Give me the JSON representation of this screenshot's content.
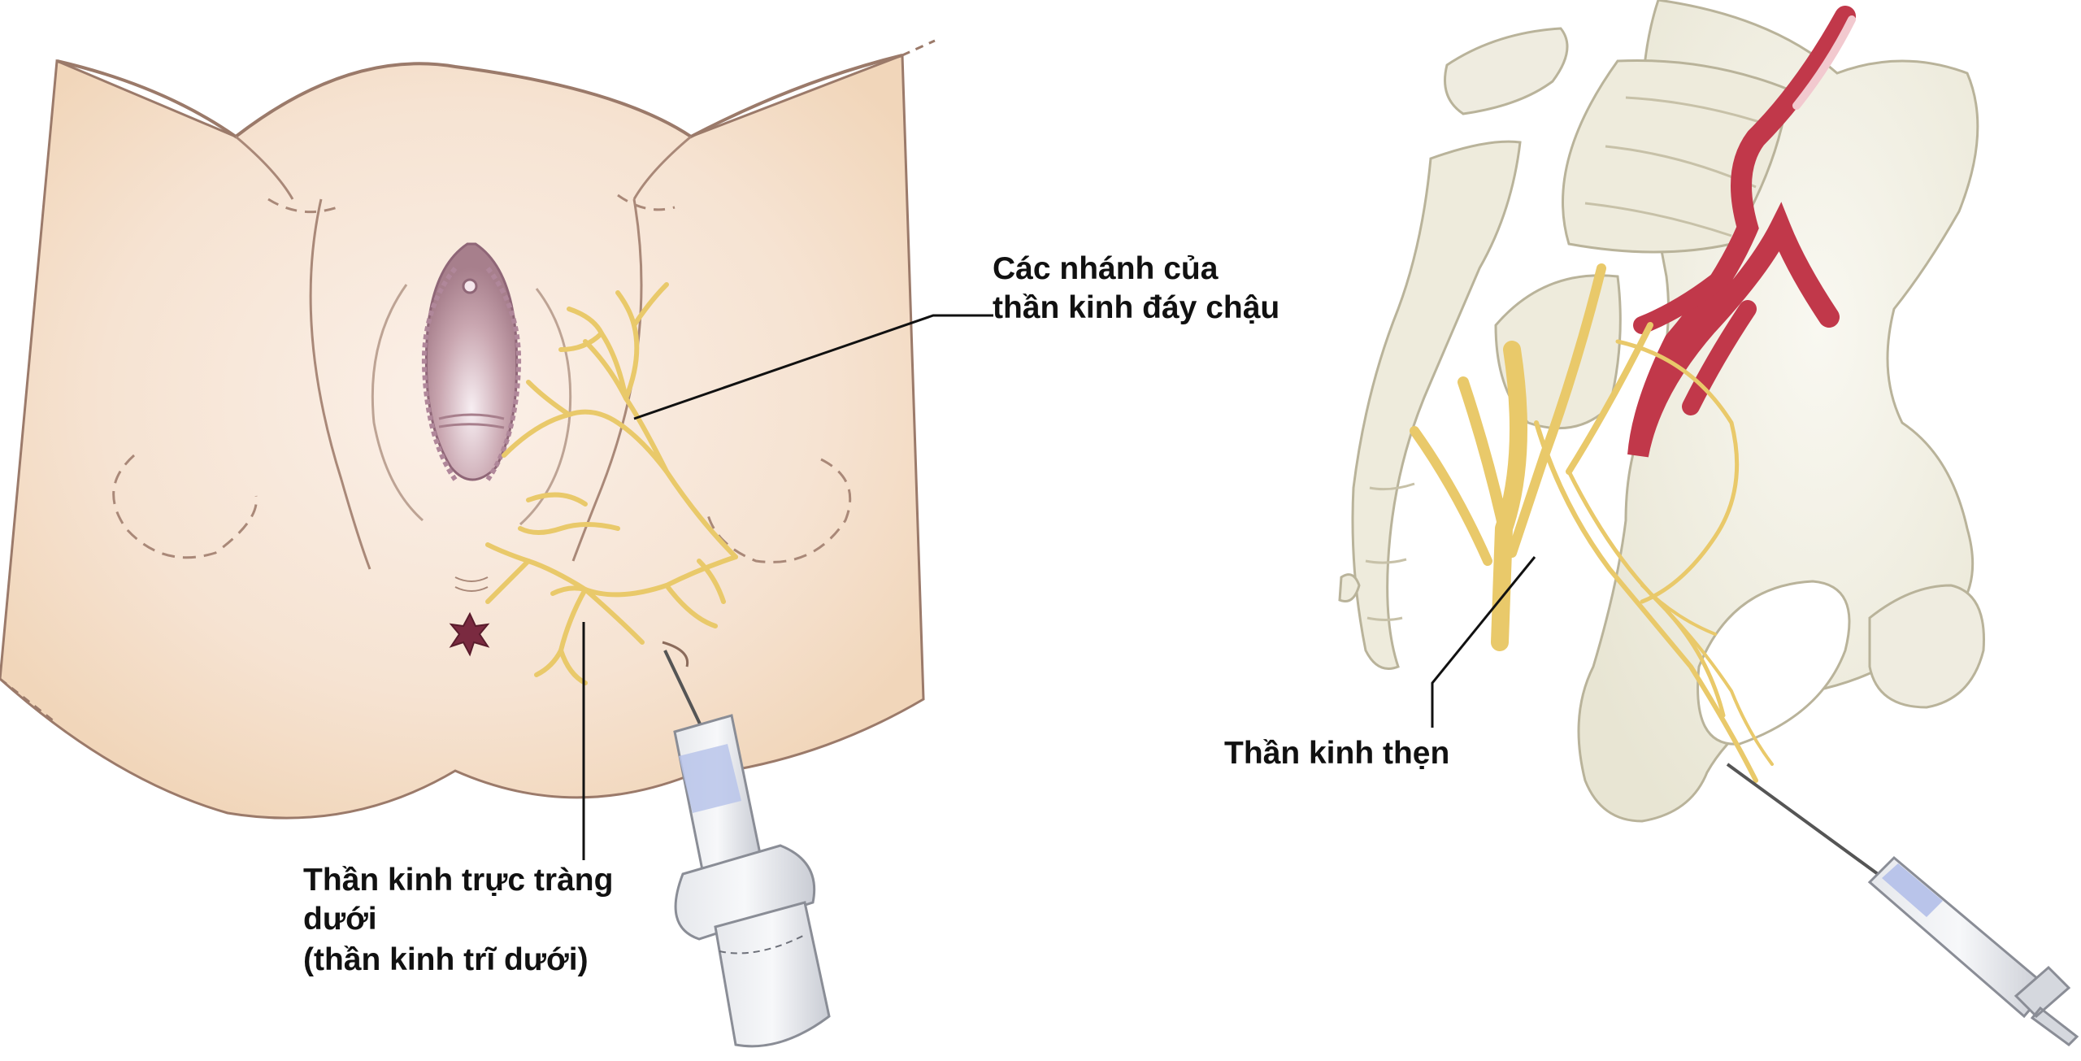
{
  "labels": {
    "perineal_branches": [
      "Các nhánh của",
      "thần kinh đáy chậu"
    ],
    "inferior_rectal": [
      "Thần kinh trực tràng",
      "dưới",
      "(thần kinh trĩ dưới)"
    ],
    "pudendal": [
      "Thần kinh thẹn"
    ]
  },
  "colors": {
    "skin": "#f3dcc3",
    "skin_line": "#9b7a6a",
    "nerve": "#e9c96a",
    "bone": "#ece9d9",
    "bone_line": "#b9b39a",
    "vessel": "#c1384a",
    "syringe": "#c9ccd4",
    "fluid": "#b9c4ea",
    "leader": "#111111"
  }
}
